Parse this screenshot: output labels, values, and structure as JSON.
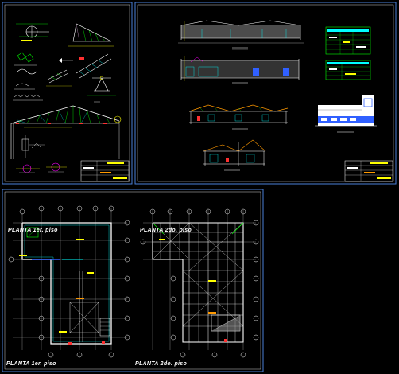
{
  "drawing": {
    "background": "#000000",
    "frame_color": "#4a7fd8",
    "line_colors": {
      "white": "#ffffff",
      "yellow": "#ffff00",
      "green": "#00ff00",
      "cyan": "#00ffff",
      "magenta": "#ff00ff",
      "red": "#ff3030",
      "blue": "#3060ff",
      "orange": "#ff9900"
    }
  },
  "sheets": [
    {
      "id": "sheet-details",
      "content": "truss and roof details"
    },
    {
      "id": "sheet-elevations",
      "content": "elevations and sections"
    },
    {
      "id": "sheet-plans",
      "content": "floor plans"
    }
  ],
  "plans": {
    "first_floor_label": "PLANTA  1er. piso",
    "second_floor_label": "PLANTA  2do. piso"
  }
}
